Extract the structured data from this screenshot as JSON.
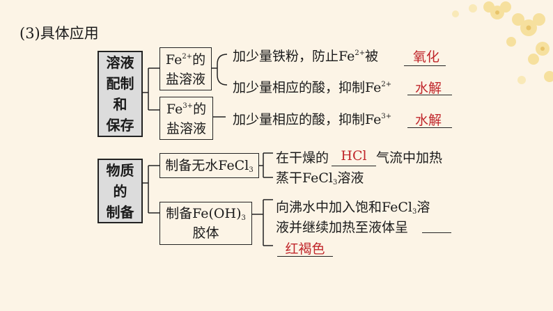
{
  "heading": "(3)具体应用",
  "section1": {
    "category": [
      "溶液",
      "配制",
      "和",
      "保存"
    ],
    "fe2_box": {
      "line1_a": "Fe",
      "line1_sup": "2+",
      "line1_b": "的",
      "line2": "盐溶液"
    },
    "fe3_box": {
      "line1_a": "Fe",
      "line1_sup": "3+",
      "line1_b": "的",
      "line2": "盐溶液"
    },
    "row1": {
      "text_a": "加少量铁粉，防止Fe",
      "sup": "2+",
      "text_b": "被",
      "answer": "氧化"
    },
    "row2": {
      "text_a": "加少量相应的酸，抑制Fe",
      "sup": "2+",
      "answer": "水解"
    },
    "row3": {
      "text_a": "加少量相应的酸，抑制Fe",
      "sup": "3+",
      "answer": "水解"
    }
  },
  "section2": {
    "category": [
      "物质",
      "的",
      "制备"
    ],
    "fecl3_box": {
      "text": "制备无水FeCl",
      "sub": "3"
    },
    "colloid_box": {
      "line1": "制备Fe(OH)",
      "line1_sub": "3",
      "line2": "胶体"
    },
    "row4": {
      "text_a": "在干燥的",
      "answer": "HCl",
      "text_b": "气流中加热",
      "line2_a": "蒸干FeCl",
      "line2_sub": "3",
      "line2_b": "溶液"
    },
    "row5": {
      "line1_a": "向沸水中加入饱和FeCl",
      "line1_sub": "3",
      "line1_b": "溶",
      "line2": "液并继续加热至液体呈",
      "answer": "红褐色"
    }
  },
  "colors": {
    "background": "#fcf4e6",
    "answer": "#c0262b",
    "category_fill": "#dcdcdc",
    "decoration": "#f3d98a"
  }
}
